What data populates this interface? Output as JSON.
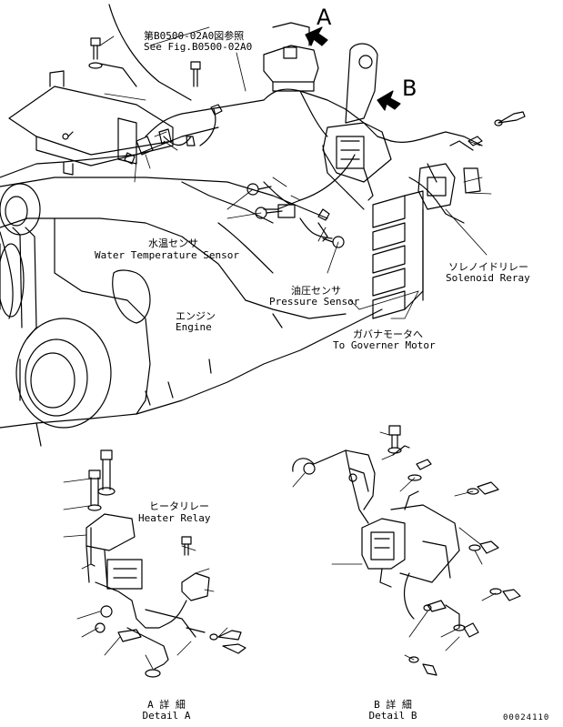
{
  "callouts": {
    "fig_ref_jp": "第B0500-02A0図参照",
    "fig_ref_en": "See Fig.B0500-02A0",
    "view_a": "A",
    "view_b": "B"
  },
  "labels": {
    "water_temp_jp": "水温センサ",
    "water_temp_en": "Water Temperature Sensor",
    "pressure_jp": "油圧センサ",
    "pressure_en": "Pressure Sensor",
    "engine_jp": "エンジン",
    "engine_en": "Engine",
    "solenoid_jp": "ソレノイドリレー",
    "solenoid_en": "Solenoid Reray",
    "governor_jp": "ガバナモータへ",
    "governor_en": "To Governer Motor",
    "heater_jp": "ヒータリレー",
    "heater_en": "Heater Relay",
    "detail_a_jp": "A 詳 細",
    "detail_a_en": "Detail A",
    "detail_b_jp": "B 詳 細",
    "detail_b_en": "Detail B"
  },
  "drawing_number": "00024110"
}
